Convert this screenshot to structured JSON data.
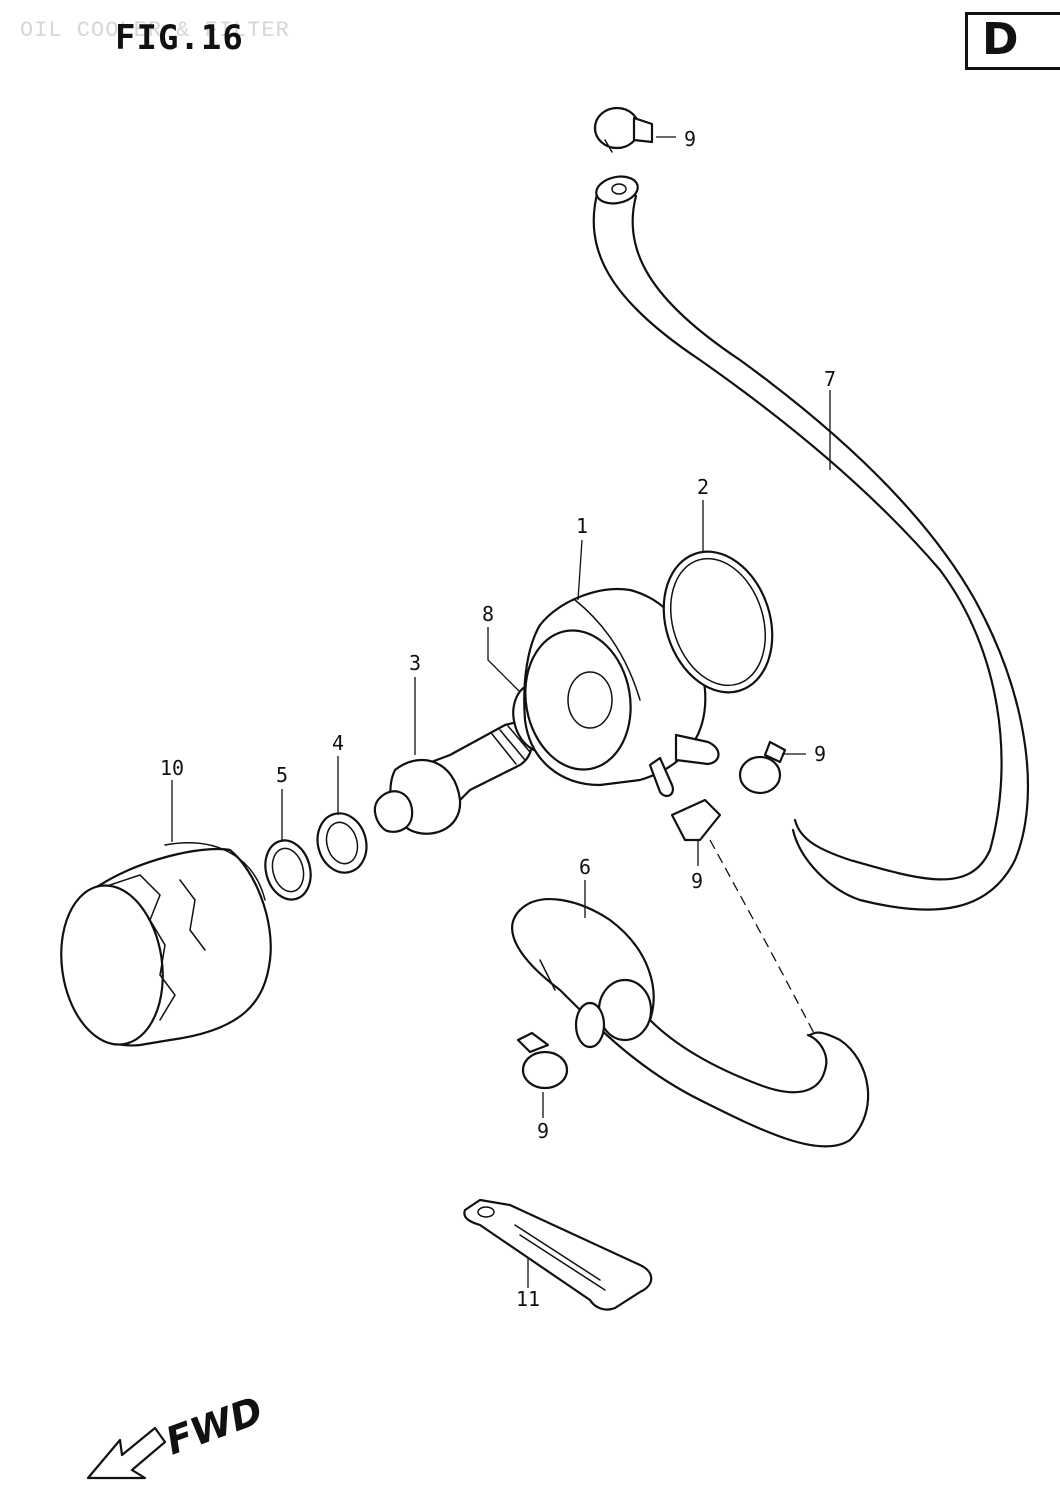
{
  "header": {
    "faint_title": "OIL COOLER & FILTER",
    "figure_label": "FIG.16",
    "section_letter": "D"
  },
  "callouts": {
    "c1": "1",
    "c2": "2",
    "c3": "3",
    "c4": "4",
    "c5": "5",
    "c6": "6",
    "c7": "7",
    "c8": "8",
    "c9a": "9",
    "c9b": "9",
    "c9c": "9",
    "c9d": "9",
    "c10": "10",
    "c11": "11"
  },
  "direction": {
    "label": "FWD"
  }
}
